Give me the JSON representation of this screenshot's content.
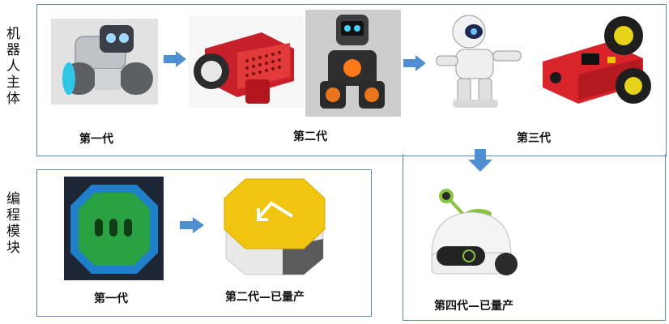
{
  "sections": {
    "robot_body_label": [
      "机",
      "器",
      "人",
      "主",
      "体"
    ],
    "programming_module_label": [
      "编",
      "程",
      "模",
      "块"
    ]
  },
  "captions": {
    "robot_gen1": "第一代",
    "robot_gen2": "第二代",
    "robot_gen3": "第三代",
    "robot_gen4": "第四代—已量产",
    "module_gen1": "第一代",
    "module_gen2": "第二代—已量产"
  },
  "icons": {
    "robot_gen1": "grey-wheeled-robot-image",
    "robot_gen2a": "red-robot-car-image",
    "robot_gen2b": "black-cube-robot-image",
    "robot_gen3a": "white-humanoid-robot-image",
    "robot_gen3b": "red-circuit-robot-car-image",
    "robot_gen4": "white-dome-robot-image",
    "module_gen1": "green-octagon-module-image",
    "module_gen2": "yellow-octagon-module-image",
    "arrow": "blue-arrow-icon"
  },
  "colors": {
    "frame": "#5b8bb5",
    "arrow": "#4f8fd1"
  }
}
